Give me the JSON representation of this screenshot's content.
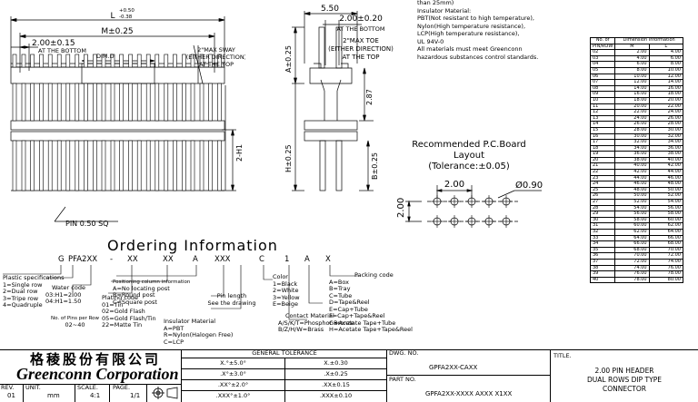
{
  "top_note": {
    "lines": [
      "than 25mm)",
      "Insulator Material:",
      "PBT(Not resistant to high temperature),",
      "Nylon(High temperature resistance),",
      "LCP(High temperature resistance),",
      "UL 94V-0",
      "All materials must meet Greenconn",
      "hazardous substances control standards."
    ]
  },
  "front_view": {
    "dim_L": "L",
    "dim_L_tol_plus": "+0.50",
    "dim_L_tol_minus": "-0.38",
    "dim_M": "M±0.25",
    "dim_pitch": "2.00±0.15",
    "dim_pitch_note": "AT THE BOTTOM",
    "dim_D": "DIM.D",
    "sway_note_1": "2\"MAX SWAY",
    "sway_note_2": "(EITHER DIRECTION)",
    "sway_note_3": "AT THE TOP",
    "dim_H1": "2-H1",
    "pin_note": "PIN 0.50 SQ"
  },
  "side_view": {
    "dim_550": "5.50",
    "dim_pitch": "2.00±0.20",
    "pitch_note": "AT THE BOTTOM",
    "toe_note_1": "2\"MAX TOE",
    "toe_note_2": "(EITHER DIRECTION)",
    "toe_note_3": "AT THE TOP",
    "dim_A": "A±0.25",
    "dim_287": "2.87",
    "dim_H": "H±0.25",
    "dim_B": "B±0.25"
  },
  "pcb_layout": {
    "title_1": "Recommended P.C.Board",
    "title_2": "Layout",
    "title_3": "(Tolerance:±0.05)",
    "dim_h": "2.00",
    "dim_v": "2.00",
    "dim_hole": "Ø0.90"
  },
  "ordering": {
    "title": "Ordering Information",
    "code": [
      "G",
      "PFA2XX",
      "-",
      "XX",
      "XX",
      "A",
      "XXX",
      "C",
      "1",
      "A",
      "X"
    ],
    "plastic": [
      "Plastic specifications",
      "1=Single row",
      "2=Dual row",
      "3=Tripe row",
      "4=Quadruple"
    ],
    "water": [
      "Water code",
      "03:H1=2.00",
      "04:H1=1.50"
    ],
    "pins": [
      "No. of Pins per Row",
      "02~40"
    ],
    "plating": [
      "Plating code",
      "01=Tin",
      "02=Gold Flash",
      "05=Gold Flash/Tin",
      "22=Matte Tin"
    ],
    "positioning": [
      "Positioning column information",
      "A=No locating post",
      "B=Round post",
      "C=Square post"
    ],
    "pin_length": [
      "Pin length",
      "See the drawing"
    ],
    "insulator": [
      "Insulator Material",
      "A=PBT",
      "R=Nylon(Halogen Free)",
      "C=LCP"
    ],
    "color": [
      "Color",
      "1=Black",
      "2=White",
      "3=Yellow",
      "E=Beige"
    ],
    "contact": [
      "Contact Material",
      "A/S/K/T=Phosphor Bronze",
      "B/Z/H/W=Brass"
    ],
    "packing": [
      "Packing code",
      "A=Box",
      "B=Tray",
      "C=Tube",
      "D=Tape&Reel",
      "E=Cap+Tube",
      "F=Cap+Tape&Reel",
      "G=Acetate Tape+Tube",
      "H=Acetate Tape+Tape&Reel"
    ]
  },
  "dimension_table": {
    "header_1": "No. of",
    "header_2": "Dimension Information",
    "col_pin": "PIN/ROW",
    "col_m": "M",
    "col_l": "L",
    "rows": [
      [
        "02",
        "2.00",
        "4.00"
      ],
      [
        "03",
        "4.00",
        "6.00"
      ],
      [
        "04",
        "6.00",
        "8.00"
      ],
      [
        "05",
        "8.00",
        "10.00"
      ],
      [
        "06",
        "10.00",
        "12.00"
      ],
      [
        "07",
        "12.00",
        "14.00"
      ],
      [
        "08",
        "14.00",
        "16.00"
      ],
      [
        "09",
        "16.00",
        "18.00"
      ],
      [
        "10",
        "18.00",
        "20.00"
      ],
      [
        "11",
        "20.00",
        "22.00"
      ],
      [
        "12",
        "22.00",
        "24.00"
      ],
      [
        "13",
        "24.00",
        "26.00"
      ],
      [
        "14",
        "26.00",
        "28.00"
      ],
      [
        "15",
        "28.00",
        "30.00"
      ],
      [
        "16",
        "30.00",
        "32.00"
      ],
      [
        "17",
        "32.00",
        "34.00"
      ],
      [
        "18",
        "34.00",
        "36.00"
      ],
      [
        "19",
        "36.00",
        "38.00"
      ],
      [
        "20",
        "38.00",
        "40.00"
      ],
      [
        "21",
        "40.00",
        "42.00"
      ],
      [
        "22",
        "42.00",
        "44.00"
      ],
      [
        "23",
        "44.00",
        "46.00"
      ],
      [
        "24",
        "46.00",
        "48.00"
      ],
      [
        "25",
        "48.00",
        "50.00"
      ],
      [
        "26",
        "50.00",
        "52.00"
      ],
      [
        "27",
        "52.00",
        "54.00"
      ],
      [
        "28",
        "54.00",
        "56.00"
      ],
      [
        "29",
        "56.00",
        "58.00"
      ],
      [
        "30",
        "58.00",
        "60.00"
      ],
      [
        "31",
        "60.00",
        "62.00"
      ],
      [
        "32",
        "62.00",
        "64.00"
      ],
      [
        "33",
        "64.00",
        "66.00"
      ],
      [
        "34",
        "66.00",
        "68.00"
      ],
      [
        "35",
        "68.00",
        "70.00"
      ],
      [
        "36",
        "70.00",
        "72.00"
      ],
      [
        "37",
        "72.00",
        "74.00"
      ],
      [
        "38",
        "74.00",
        "76.00"
      ],
      [
        "39",
        "76.00",
        "78.00"
      ],
      [
        "40",
        "78.00",
        "80.00"
      ]
    ]
  },
  "title_block": {
    "company_cn": "格稜股份有限公司",
    "company_en": "Greenconn Corporation",
    "rev_label": "REV.",
    "rev_value": "01",
    "unit_label": "UNIT.",
    "unit_value": "mm",
    "scale_label": "SCALE.",
    "scale_value": "4:1",
    "page_label": "PAGE.",
    "page_value": "1/1",
    "tol_title": "GENERAL TOLERANCE",
    "tol_rows": [
      [
        "X.°±5.0°",
        "X.±0.30"
      ],
      [
        ".X°±3.0°",
        ".X±0.25"
      ],
      [
        ".XX°±2.0°",
        ".XX±0.15"
      ],
      [
        ".XXX°±1.0°",
        ".XXX±0.10"
      ]
    ],
    "dwg_label": "DWG. NO.",
    "dwg_value": "GPFA2XX-CAXX",
    "part_label": "PART NO.",
    "part_value": "GPFA2XX-XXXX AXXX X1XX",
    "title_label": "TITLE.",
    "title_1": "2.00 PIN HEADER",
    "title_2": "DUAL ROWS DIP TYPE",
    "title_3": "CONNECTOR"
  }
}
